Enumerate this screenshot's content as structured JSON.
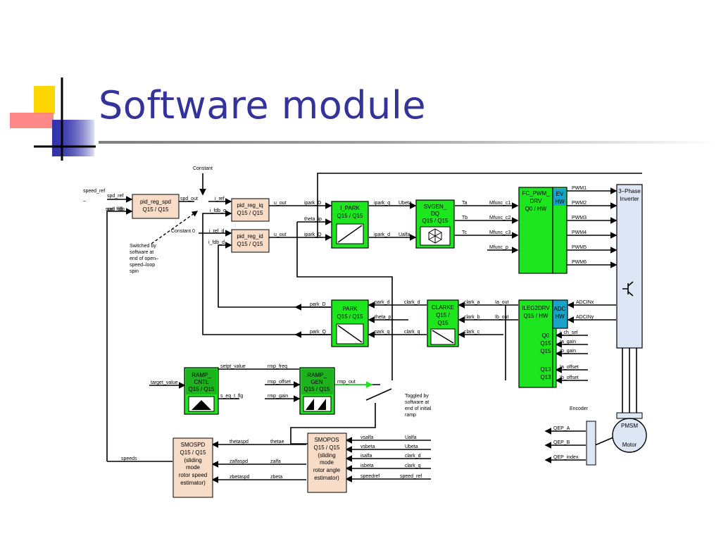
{
  "slide": {
    "title": "Software module"
  },
  "diagram": {
    "constant_label": "Constant",
    "constant0_label": "Constant 0",
    "inputs": {
      "speed_ref": "speed_ref",
      "spd_fdb": "spd_fdb",
      "dash": "–"
    },
    "blocks": {
      "pid_spd": {
        "lines": [
          "pid_reg_spd",
          "Q15 / Q15"
        ],
        "ports": [
          "spd_ref",
          "spd_fdb",
          "spd_out"
        ]
      },
      "pid_iq": {
        "lines": [
          "pid_reg_iq",
          "Q15 / Q15"
        ],
        "ports": [
          "i_ref",
          "i_fdb_q",
          "u_out"
        ]
      },
      "pid_id": {
        "lines": [
          "pid_reg_id",
          "Q15 / Q15"
        ],
        "ports": [
          "i_ref_d",
          "i_fdb_d",
          "u_out"
        ]
      },
      "ipark": {
        "lines": [
          "I_PARK",
          "Q15 / Q15"
        ],
        "ports": [
          "ipark_D",
          "theta_ip",
          "ipark_Q",
          "ipark_q",
          "ipark_d"
        ]
      },
      "svgen": {
        "lines": [
          "SVGEN_",
          "DQ",
          "Q15 / Q15"
        ],
        "ports": [
          "Ubeta",
          "Ualfa",
          "Ta",
          "Tb",
          "Tc"
        ]
      },
      "pwm": {
        "lines": [
          "FC_PWM_",
          "DRV",
          "Q0 / HW"
        ],
        "ports": [
          "Mfunc_c1",
          "Mfunc_c2",
          "Mfunc_c3",
          "Mfunc_p"
        ]
      },
      "ev": {
        "lines": [
          "EV",
          "HW"
        ]
      },
      "inverter": {
        "lines": [
          "3–Phase",
          "Inverter"
        ],
        "pwm": [
          "PWM1",
          "PWM2",
          "PWM3",
          "PWM4",
          "PWM5",
          "PWM6"
        ]
      },
      "park": {
        "lines": [
          "PARK",
          "Q15 / Q15"
        ],
        "ports": [
          "park_D",
          "park_Q",
          "park_d",
          "theta_p",
          "park_q"
        ]
      },
      "clarke": {
        "lines": [
          "CLARKE",
          "Q15 /",
          "Q15"
        ],
        "ports": [
          "clark_d",
          "clark_q",
          "clark_a",
          "clark_b",
          "clark_c"
        ]
      },
      "ileg": {
        "lines": [
          "ILEG2DRV",
          "Q15 / HW"
        ],
        "sub": [
          "Q0",
          "Q15",
          "Q15",
          "Q13",
          "Q13"
        ],
        "ports": [
          "Ia_out",
          "Ib_out",
          "i_ch_sel",
          "Ia_gain",
          "Ib_gain",
          "Ia_offset",
          "Ib_offset"
        ]
      },
      "adc": {
        "lines": [
          "ADC",
          "HW"
        ],
        "ports": [
          "ADCINx",
          "ADCINy"
        ]
      },
      "rampcntl": {
        "lines": [
          "RAMP_",
          "CNTL",
          "Q15 / Q15"
        ],
        "ports": [
          "target_value",
          "setpt_value",
          "s_eq_t_flg"
        ]
      },
      "rampgen": {
        "lines": [
          "RAMP_",
          "GEN",
          "Q15 / Q15"
        ],
        "ports": [
          "rmp_freq",
          "rmp_offset",
          "rmp_gain",
          "rmp_out"
        ]
      },
      "smospd": {
        "lines": [
          "SMOSPD",
          "Q15 / Q15",
          "(sliding",
          "mode",
          "rotor speed",
          "estimator)"
        ],
        "ports": [
          "thetaspd",
          "zalfaspd",
          "zbetaspd",
          "speeds"
        ]
      },
      "smopos": {
        "lines": [
          "SMOPOS",
          "Q15 / Q15",
          "(sliding",
          "mode",
          "rotor angle",
          "estimator)"
        ],
        "ports": [
          "thetae",
          "zalfa",
          "zbeta",
          "vsalfa",
          "vsbeta",
          "isalfa",
          "isbeta",
          "speedref"
        ],
        "signals": [
          "Ualfa",
          "Ubeta",
          "clark_d",
          "clark_q",
          "speed_ref"
        ]
      },
      "pmsm": {
        "lines": [
          "PMSM",
          "Motor"
        ]
      },
      "encoder": {
        "label": "Encoder",
        "ports": [
          "QEP_A",
          "QEP_B",
          "QEP_index"
        ]
      }
    },
    "notes": {
      "switch_note": [
        "Switched by",
        "software at",
        "end of open–",
        "speed–loop",
        "spin"
      ],
      "toggle_note": [
        "Toggled by",
        "software at",
        "end of initial",
        "ramp"
      ]
    },
    "colors": {
      "block_green": "#1ee61e",
      "block_peach": "#f7dcc8",
      "ev_blue": "#1aa3c8",
      "inverter_blue": "#dde6f5",
      "title_blue": "#333399"
    }
  }
}
